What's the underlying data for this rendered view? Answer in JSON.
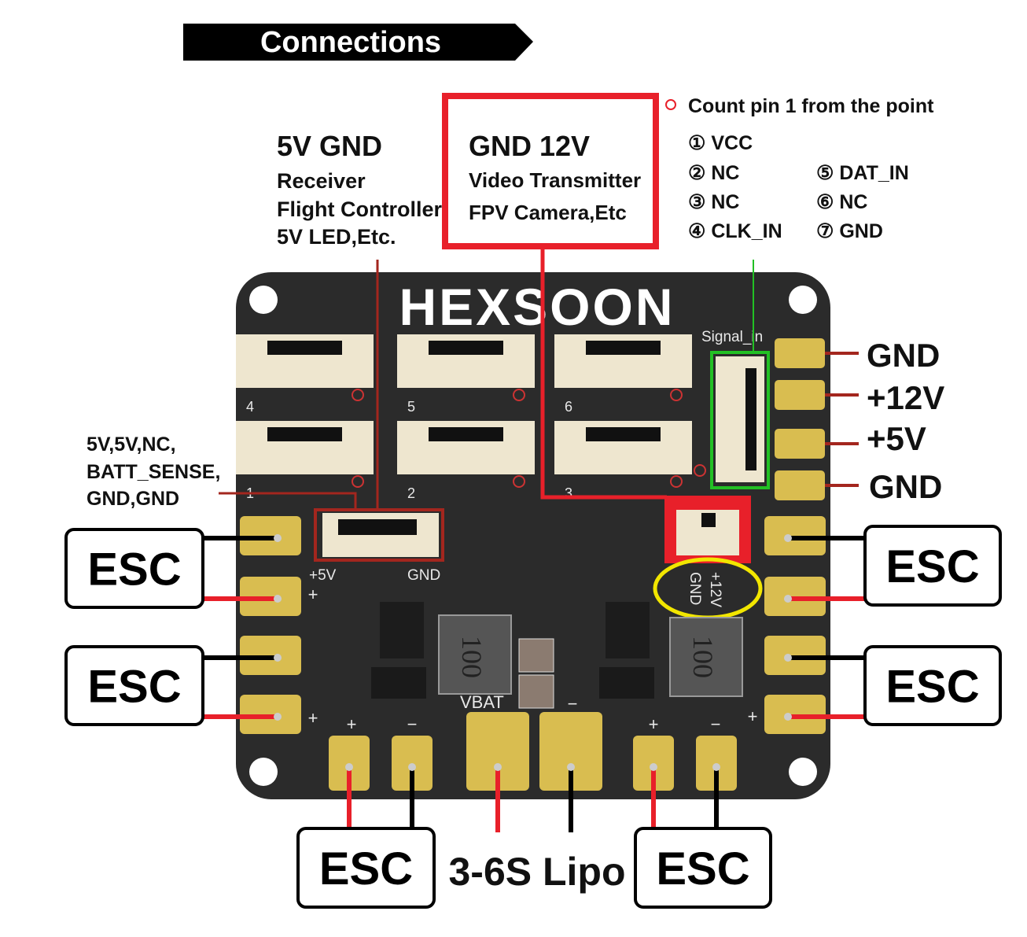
{
  "header": {
    "title": "Connections"
  },
  "note": {
    "count_pin": "Count pin 1 from the point",
    "pins": [
      "① VCC",
      "② NC",
      "③ NC",
      "④ CLK_IN",
      "⑤ DAT_IN",
      "⑥ NC",
      "⑦ GND"
    ]
  },
  "five_v_group": {
    "title": "5V GND",
    "lines": [
      "Receiver",
      "Flight Controller",
      "5V LED,Etc."
    ]
  },
  "twelve_v_group": {
    "title": "GND  12V",
    "lines": [
      "Video Transmitter",
      "FPV Camera,Etc"
    ]
  },
  "batt_note": {
    "lines": [
      "5V,5V,NC,",
      "BATT_SENSE,",
      "GND,GND"
    ]
  },
  "right_pads": [
    "GND",
    "+12V",
    "+5V",
    "GND"
  ],
  "board": {
    "brand": "HEXSOON",
    "signal_in": "Signal_in",
    "connector_numbers": [
      "4",
      "5",
      "6",
      "1",
      "2",
      "3"
    ],
    "plus5v": "+5V",
    "gnd": "GND",
    "plus12v": "+12V",
    "vbat": "VBAT",
    "inductor": "100",
    "plus": "+",
    "minus": "−"
  },
  "esc_label": "ESC",
  "battery": "3-6S Lipo",
  "colors": {
    "red": "#e8202a",
    "yellow": "#f2e600",
    "green": "#22c024",
    "board": "#2b2b2b",
    "pad": "#d9bd50",
    "darkred": "#a3261e"
  }
}
